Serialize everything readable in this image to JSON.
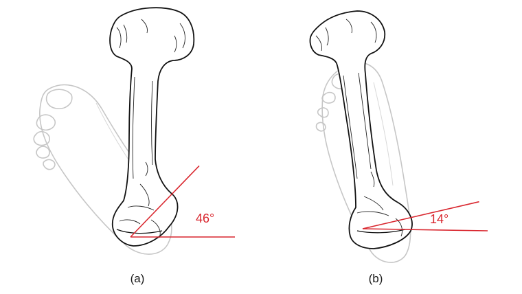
{
  "panels": [
    {
      "caption": "(a)",
      "angle_label": "46°",
      "angle_deg": 46
    },
    {
      "caption": "(b)",
      "angle_label": "14°",
      "angle_deg": 14
    }
  ],
  "colors": {
    "angle_lines": "#d9262e",
    "bone_outline": "#111111",
    "foot_outline": "#c4c4c4",
    "background": "#ffffff"
  }
}
